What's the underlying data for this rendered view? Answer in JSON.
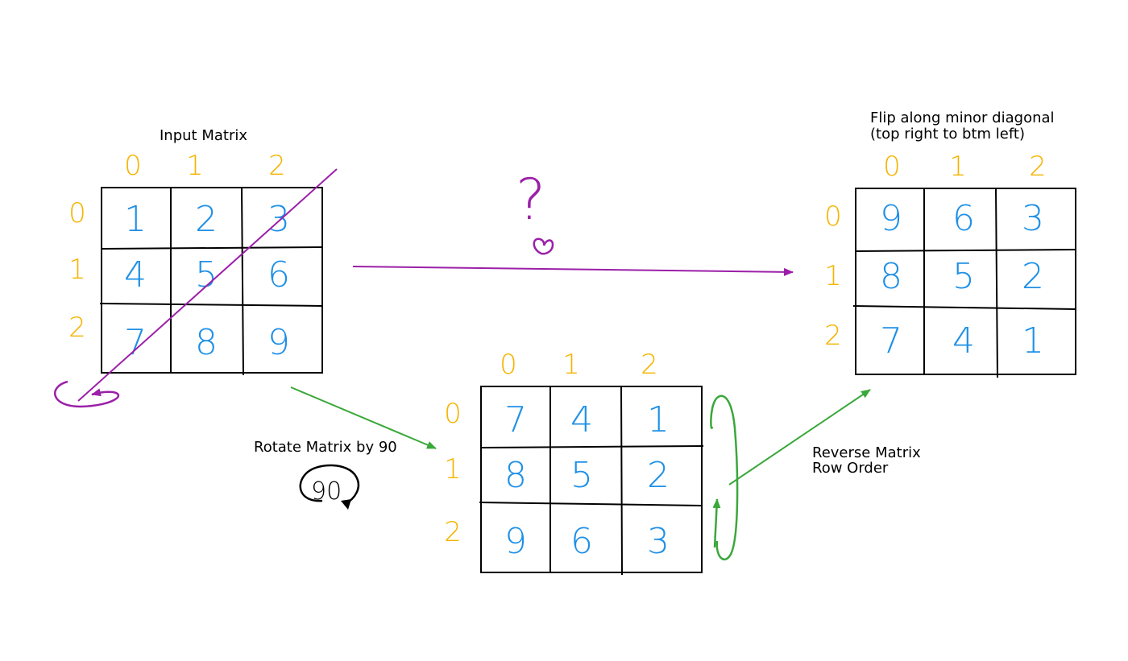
{
  "colors": {
    "matrix_values": "#1e90e6",
    "indices": "#f5b400",
    "flip_path": "#9b1fa8",
    "rotate_path": "#3aa83a",
    "lines": "#000000"
  },
  "labels": {
    "input_title": "Input Matrix",
    "flip_title_line1": "Flip along minor diagonal",
    "flip_title_line2": "(top right to btm left)",
    "rotate": "Rotate Matrix by 90",
    "reverse_line1": "Reverse Matrix",
    "reverse_line2": "Row Order",
    "question": "?",
    "rotation_glyph": "90"
  },
  "indices": [
    "0",
    "1",
    "2"
  ],
  "matrices": {
    "input": [
      [
        "1",
        "2",
        "3"
      ],
      [
        "4",
        "5",
        "6"
      ],
      [
        "7",
        "8",
        "9"
      ]
    ],
    "rotated": [
      [
        "7",
        "4",
        "1"
      ],
      [
        "8",
        "5",
        "2"
      ],
      [
        "9",
        "6",
        "3"
      ]
    ],
    "flipped": [
      [
        "9",
        "6",
        "3"
      ],
      [
        "8",
        "5",
        "2"
      ],
      [
        "7",
        "4",
        "1"
      ]
    ]
  }
}
